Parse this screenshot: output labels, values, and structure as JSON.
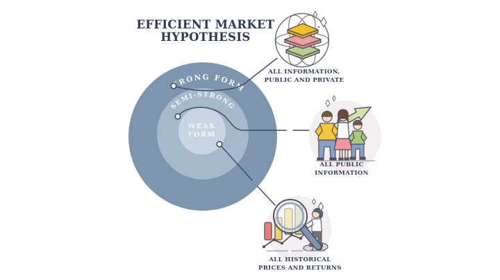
{
  "title": {
    "line1": "EFFICIENT MARKET",
    "line2": "HYPOTHESIS"
  },
  "rings": [
    {
      "name": "strong-form",
      "label": "STRONG FORM",
      "color": "#7e95ae"
    },
    {
      "name": "semi-strong",
      "label": "SEMI-STRONG",
      "color": "#a6b9cc"
    },
    {
      "name": "weak-form",
      "line1": "WEAK",
      "line2": "FORM",
      "color": "#c8d6e3"
    }
  ],
  "callouts": [
    {
      "icon": "globe-information-layers-icon",
      "line1": "ALL INFORMATION,",
      "line2": "PUBLIC AND PRIVATE"
    },
    {
      "icon": "people-growth-arrow-icon",
      "line1": "ALL PUBLIC",
      "line2": "INFORMATION"
    },
    {
      "icon": "magnifier-bar-chart-icon",
      "line1": "ALL HISTORICAL",
      "line2": "PRICES AND RETURNS"
    }
  ],
  "colors": {
    "ring_outer": "#7e95ae",
    "ring_middle": "#a6b9cc",
    "ring_inner": "#c8d6e3",
    "heading_text": "#2e3853",
    "label_text": "#323d5c",
    "ring_text": "#f2f6fa",
    "connector": "#414b66",
    "accent_yellow": "#f3c73c",
    "accent_pink": "#eca0a0",
    "accent_green": "#b9d093",
    "accent_blue": "#87a1c6",
    "icon_background": "#f2eef1"
  }
}
